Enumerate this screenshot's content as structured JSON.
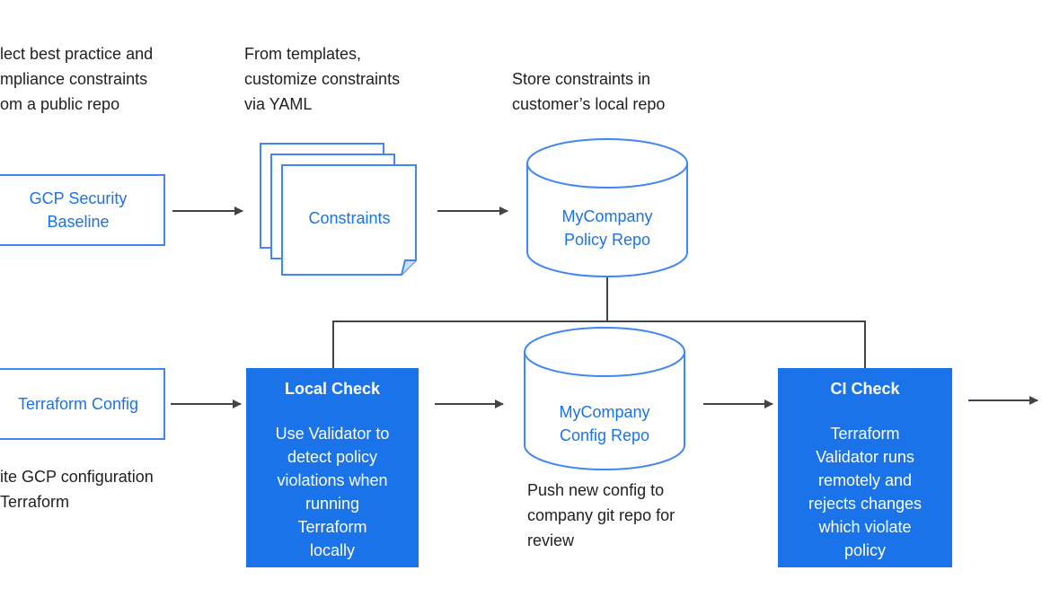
{
  "captions": {
    "select": "lect best practice and\nmpliance constraints\nom a public repo",
    "templates": "From templates,\ncustomize constraints\nvia YAML",
    "store": "Store constraints in\ncustomer’s local repo",
    "write": "ite GCP configuration\nTerraform",
    "push": "Push new config to\ncompany git repo for\nreview"
  },
  "nodes": {
    "gcp_baseline": "GCP Security\nBaseline",
    "constraints": "Constraints",
    "policy_repo": "MyCompany\nPolicy Repo",
    "terraform_config": "Terraform Config",
    "local_check_title": "Local Check",
    "local_check_body": "Use Validator to\ndetect policy\nviolations when\nrunning\nTerraform\nlocally",
    "config_repo": "MyCompany\nConfig Repo",
    "ci_check_title": "CI Check",
    "ci_check_body": "Terraform\nValidator runs\nremotely and\nrejects changes\nwhich violate\npolicy"
  },
  "colors": {
    "accent": "#1a73e8",
    "border": "#4285f4",
    "arrow": "#444444",
    "text": "#202124"
  }
}
